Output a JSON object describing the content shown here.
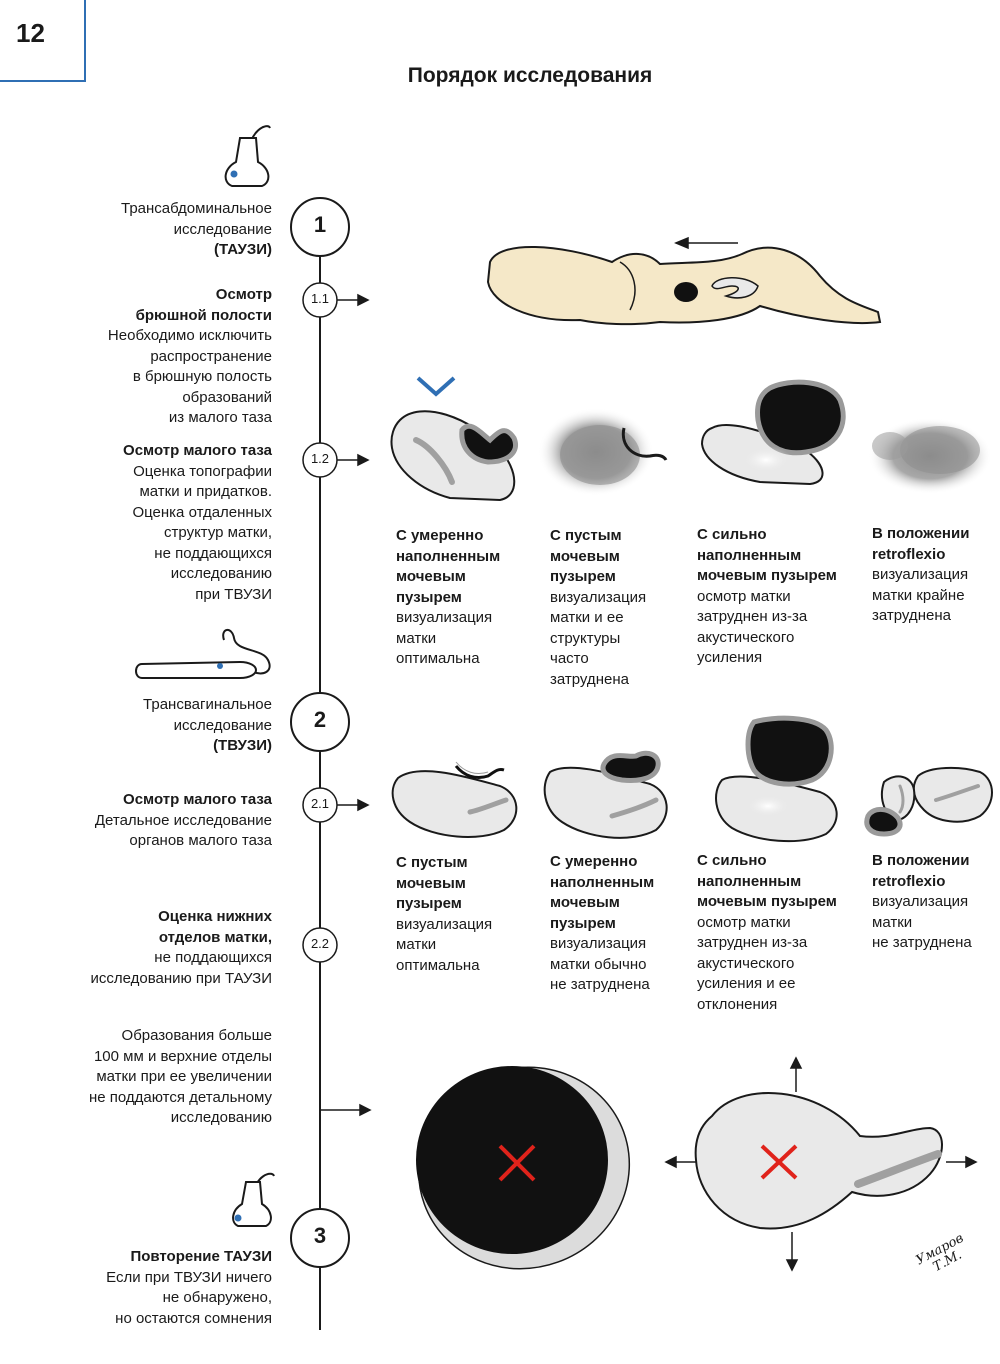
{
  "page_number": "12",
  "title": "Порядок исследования",
  "steps": {
    "s1": {
      "num": "1",
      "lines": [
        "Трансабдоминальное",
        "исследование"
      ],
      "bold": "(ТАУЗИ)"
    },
    "s11": {
      "num": "1.1",
      "bold_lines": [
        "Осмотр",
        "брюшной полости"
      ],
      "lines": [
        "Необходимо исключить",
        "распространение",
        "в брюшную полость",
        "образований",
        "из малого таза"
      ]
    },
    "s12": {
      "num": "1.2",
      "bold_lines": [
        "Осмотр малого таза"
      ],
      "lines": [
        "Оценка топографии",
        "матки и придатков.",
        "Оценка отдаленных",
        "структур матки,",
        "не поддающихся",
        "исследованию",
        "при ТВУЗИ"
      ]
    },
    "s2": {
      "num": "2",
      "lines": [
        "Трансвагинальное",
        "исследование"
      ],
      "bold": "(ТВУЗИ)"
    },
    "s21": {
      "num": "2.1",
      "bold_lines": [
        "Осмотр малого таза"
      ],
      "lines": [
        "Детальное исследование",
        "органов малого таза"
      ]
    },
    "s22": {
      "num": "2.2",
      "bold_lines": [
        "Оценка нижних",
        "отделов матки,"
      ],
      "lines": [
        "не поддающихся",
        "исследованию при ТАУЗИ"
      ]
    },
    "s_limit": {
      "lines": [
        "Образования больше",
        "100 мм и верхние отделы",
        "матки при ее увеличении",
        "не поддаются детальному",
        "исследованию"
      ]
    },
    "s3": {
      "num": "3",
      "bold_lines": [
        "Повторение ТАУЗИ"
      ],
      "lines": [
        "Если при ТВУЗИ ничего",
        "не обнаружено,",
        "но остаются сомнения"
      ]
    }
  },
  "row1_captions": [
    {
      "bold": [
        "С умеренно",
        "наполненным",
        "мочевым",
        "пузырем"
      ],
      "normal": [
        "визуализация",
        "матки",
        "оптимальна"
      ]
    },
    {
      "bold": [
        "С пустым",
        "мочевым",
        "пузырем"
      ],
      "normal": [
        "визуализация",
        "матки и ее",
        "структуры",
        "часто",
        "затруднена"
      ]
    },
    {
      "bold": [
        "С сильно",
        "наполненным",
        "мочевым пузырем"
      ],
      "normal": [
        "осмотр матки",
        "затруднен из-за",
        "акустического",
        "усиления"
      ]
    },
    {
      "bold": [
        "В положении",
        "retroflexio"
      ],
      "normal": [
        "визуализация",
        "матки крайне",
        "затруднена"
      ]
    }
  ],
  "row2_captions": [
    {
      "bold": [
        "С пустым",
        "мочевым",
        "пузырем"
      ],
      "normal": [
        "визуализация",
        "матки",
        "оптимальна"
      ]
    },
    {
      "bold": [
        "С умеренно",
        "наполненным",
        "мочевым",
        "пузырем"
      ],
      "normal": [
        "визуализация",
        "матки обычно",
        "не затруднена"
      ]
    },
    {
      "bold": [
        "С сильно",
        "наполненным",
        "мочевым пузырем"
      ],
      "normal": [
        "осмотр матки",
        "затруднен из-за",
        "акустического",
        "усиления и ее",
        "отклонения"
      ]
    },
    {
      "bold": [
        "В положении",
        "retroflexio"
      ],
      "normal": [
        "визуализация",
        "матки",
        "не затруднена"
      ]
    }
  ],
  "signature": [
    "Умаров",
    "Т.М."
  ],
  "colors": {
    "accent_blue": "#2f6fb4",
    "red_cross": "#e0231b",
    "body_beige": "#f5e8c8",
    "organ_gray": "#e9e9e9"
  }
}
